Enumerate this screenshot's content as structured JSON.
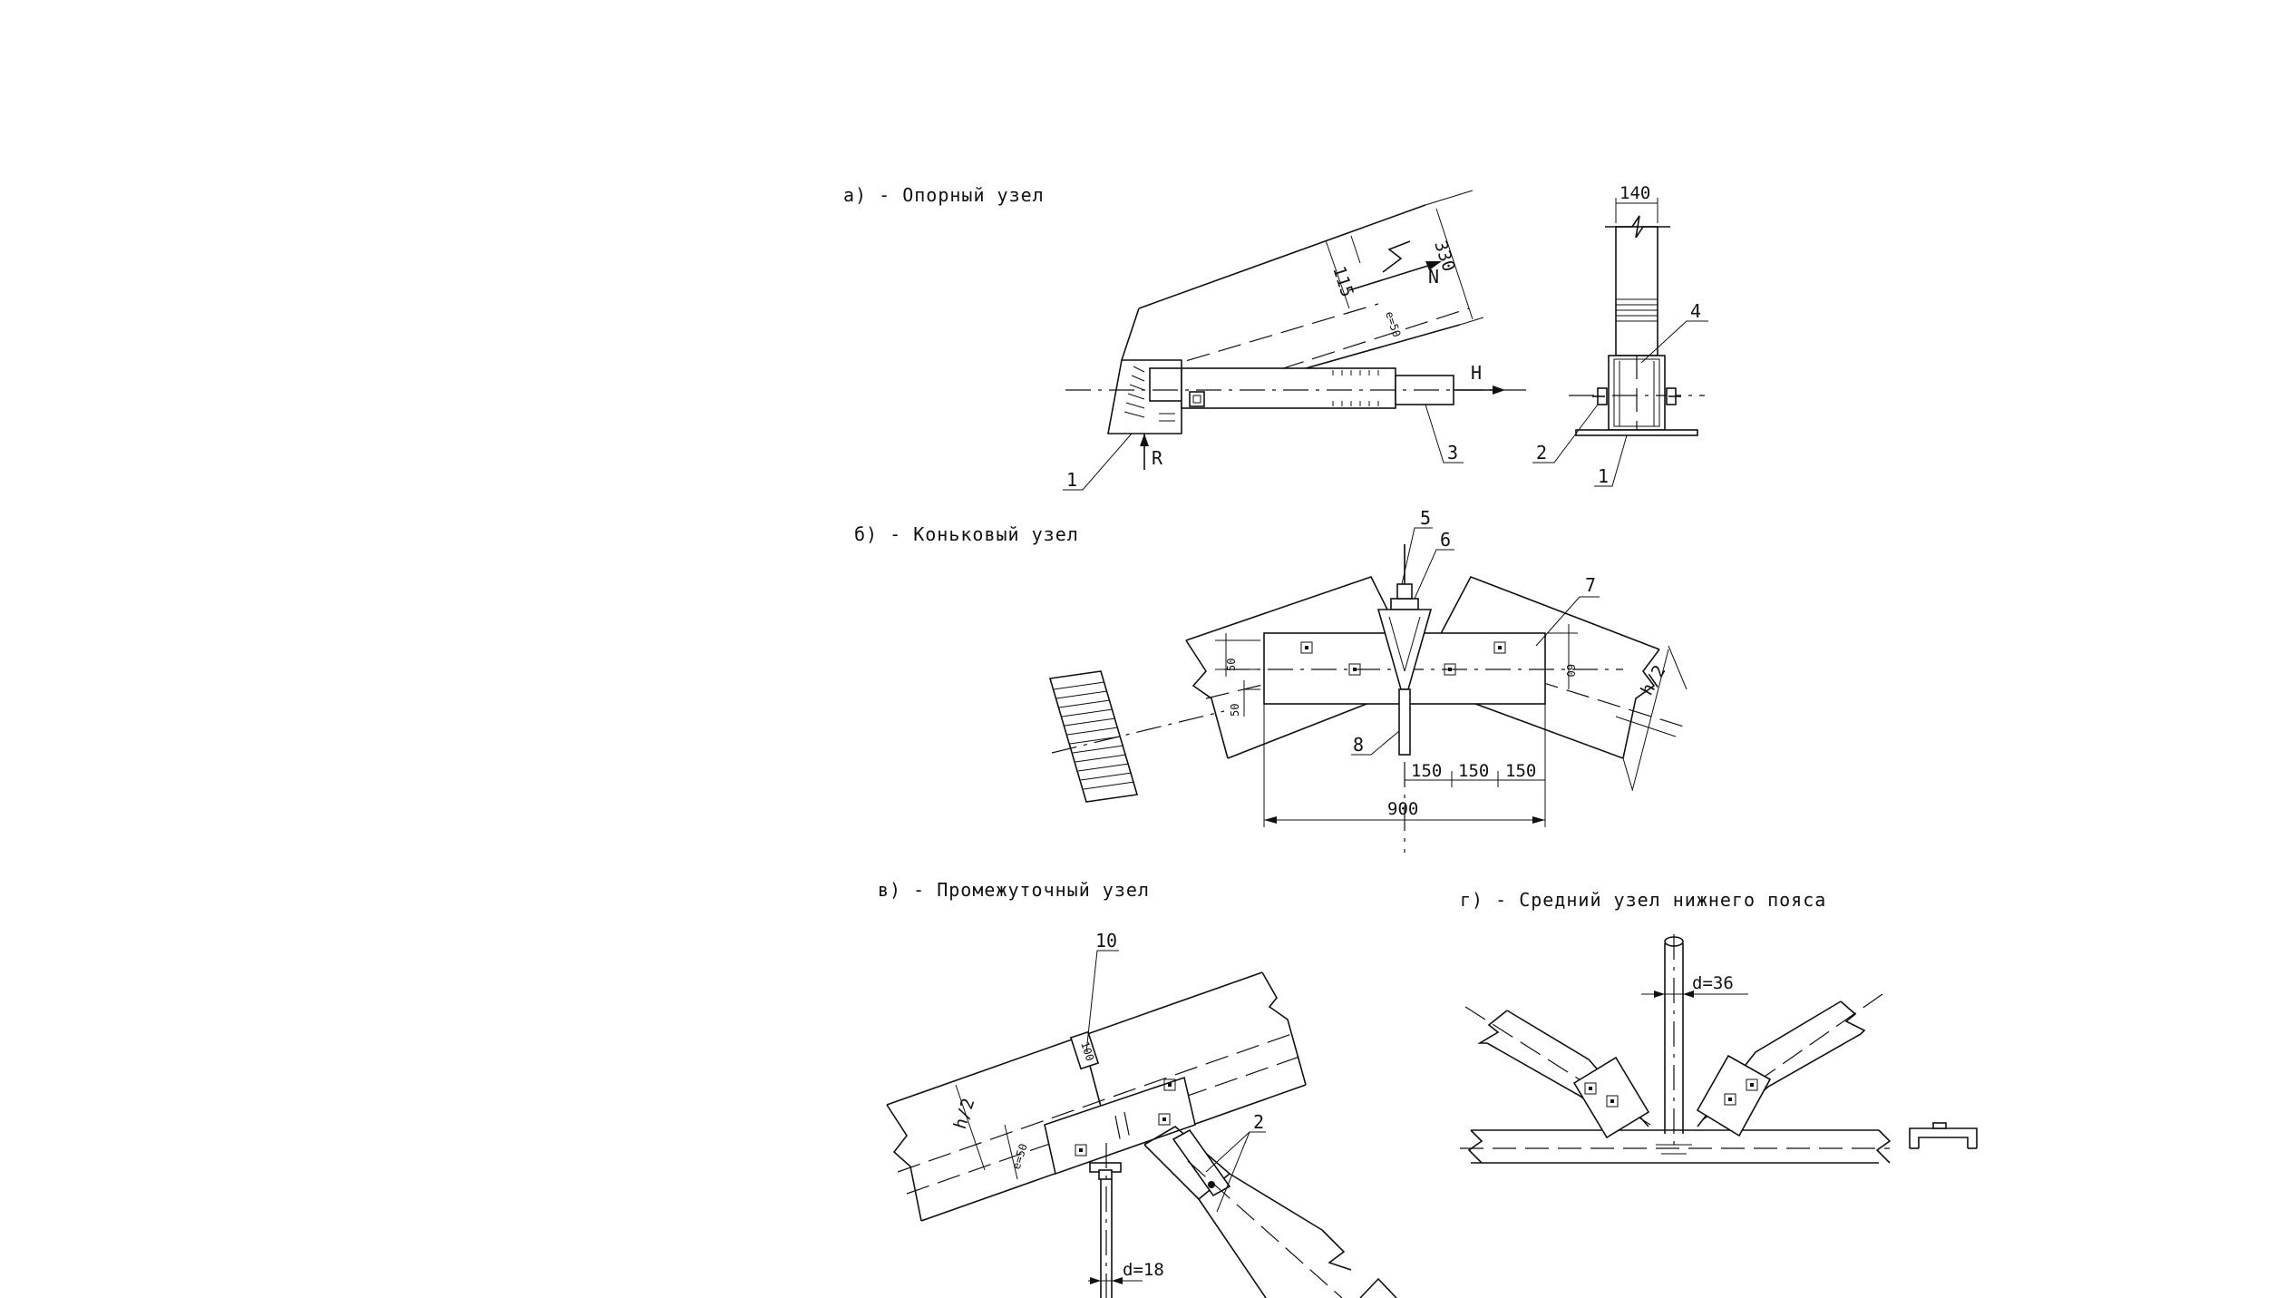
{
  "captions": {
    "a": "а) - Опорный узел",
    "b": "б) - Коньковый узел",
    "v": "в) - Промежуточный узел",
    "g": "г) - Средний узел нижнего пояса"
  },
  "node_a": {
    "dims": {
      "d115": "115",
      "d330": "330",
      "e50": "e=50",
      "d140": "140"
    },
    "forces": {
      "N": "N",
      "H": "H",
      "R": "R"
    },
    "callouts": {
      "c1": "1",
      "c3": "3",
      "c4": "4",
      "c2": "2",
      "c1b": "1"
    }
  },
  "node_b": {
    "dims": {
      "d50a": "50",
      "d50b": "50",
      "d60": "60",
      "h2": "h/2",
      "s150a": "150",
      "s150b": "150",
      "s150c": "150",
      "d900": "900"
    },
    "callouts": {
      "c5": "5",
      "c6": "6",
      "c7": "7",
      "c8": "8"
    }
  },
  "node_v": {
    "dims": {
      "h2": "h/2",
      "e50": "e=50",
      "d100": "100",
      "d18": "d=18"
    },
    "callouts": {
      "c10": "10",
      "c2": "2"
    }
  },
  "node_g": {
    "dims": {
      "d36": "d=36"
    }
  }
}
